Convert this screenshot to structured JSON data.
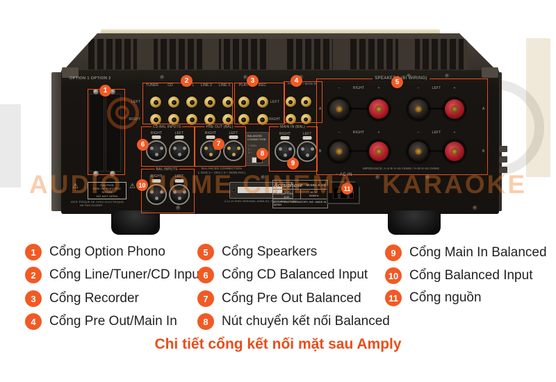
{
  "watermark": {
    "words": [
      "AUDIO",
      "HOME CINEMA",
      "KARAOKE"
    ]
  },
  "amp": {
    "option": {
      "labels": "OPTION 1    OPTION 2",
      "caution1": "CAUTION",
      "caution2": "RISK OF ELECTRIC SHOCK",
      "caution3": "DO NOT OPEN",
      "avis": "AVIS: RISQUE DE CHOC ELECTRIQUE-",
      "avis2": "NE PAS OUVRIR."
    },
    "line_inputs": {
      "columns": [
        "TUNER",
        "CD",
        "LINE 1",
        "LINE 2",
        "LINE 3"
      ],
      "left": "LEFT",
      "right": "RIGHT"
    },
    "recorder": {
      "play": "PLAY",
      "rec": "REC",
      "left": "LEFT",
      "right": "RIGHT"
    },
    "preout_main": {
      "header": "PRE OUT / MAIN IN"
    },
    "speakers": {
      "title": "SPEAKERS    (BI WIRING)",
      "right": "RIGHT",
      "left": "LEFT",
      "minus": "–",
      "plus": "+",
      "a": "A",
      "b": "B",
      "impedance": "IMPEDANCE:  A or B 4~16 OHMS / A+B 8~16 OHMS"
    },
    "cd_bal": {
      "title": "CD-BAL INPUTS",
      "right": "RIGHT",
      "left": "LEFT"
    },
    "pre_out_bal": {
      "title": "PRE OUT (BAL)",
      "right": "RIGHT",
      "left": "LEFT"
    },
    "balanced_switch": {
      "title1": "BALANCED",
      "title2": "CONNECTION",
      "pin1": "1 GND",
      "pin2": "2  –",
      "pin3": "3  +"
    },
    "main_in_bal": {
      "title": "MAIN IN (BAL)",
      "right": "RIGHT",
      "left": "LEFT"
    },
    "bal_inputs": {
      "title": "BAL INPUTS",
      "right": "RIGHT",
      "left": "LEFT"
    },
    "balanced_note1": "BALANCED CONNECTION",
    "balanced_note2": "1 GND   2 – (INV.)   3 + (NON-INV.)",
    "brand": {
      "logo": "Accuphase",
      "model": "MODEL E-480",
      "power1": "POWER CONSUMPTION",
      "power2": "42W",
      "ac1": "AC  1~",
      "ac2": "50/60Hz",
      "footer": "ACCUPHASE LABORATORY, INC.    MADE IN JAPAN"
    },
    "address": "2-14-10 SHIN ISHIKAWA, AOBA-KU, YOKOHAMA, JAPAN",
    "ac_in": "~ AC IN"
  },
  "callouts": [
    "1",
    "2",
    "3",
    "4",
    "5",
    "6",
    "7",
    "8",
    "9",
    "10",
    "11"
  ],
  "legend": {
    "items": [
      {
        "num": "1",
        "label": "Cổng Option Phono"
      },
      {
        "num": "2",
        "label": "Cổng Line/Tuner/CD Input"
      },
      {
        "num": "3",
        "label": "Cổng Recorder"
      },
      {
        "num": "4",
        "label": "Cổng Pre Out/Main In"
      },
      {
        "num": "5",
        "label": "Cổng Spearkers"
      },
      {
        "num": "6",
        "label": "Cổng CD Balanced Input"
      },
      {
        "num": "7",
        "label": "Cổng Pre Out Balanced"
      },
      {
        "num": "8",
        "label": "Nút chuyển kết nối Balanced"
      },
      {
        "num": "9",
        "label": "Cổng Main In  Balanced"
      },
      {
        "num": "10",
        "label": "Cổng Balanced Input"
      },
      {
        "num": "11",
        "label": "Cổng nguồn"
      }
    ]
  },
  "caption": "Chi tiết cổng kết nối mặt sau Amply",
  "colors": {
    "accent": "#F15A25",
    "caption": "#E84E1B",
    "box_outline": "#E8511D"
  }
}
